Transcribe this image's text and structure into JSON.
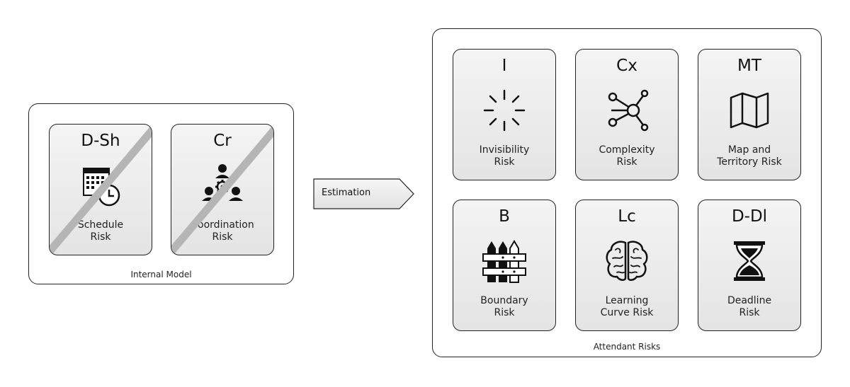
{
  "internal_model": {
    "caption": "Internal Model",
    "cards": [
      {
        "code": "D-Sh",
        "label_lines": [
          "Schedule",
          "Risk"
        ],
        "icon": "calendar-clock-icon",
        "struck": true
      },
      {
        "code": "Cr",
        "label_lines": [
          "Coordination",
          "Risk"
        ],
        "icon": "people-gear-icon",
        "struck": true
      }
    ]
  },
  "estimation": {
    "label": "Estimation"
  },
  "attendant_risks": {
    "caption": "Attendant Risks",
    "cards": [
      {
        "code": "I",
        "label_lines": [
          "Invisibility",
          "Risk"
        ],
        "icon": "burst-icon"
      },
      {
        "code": "Cx",
        "label_lines": [
          "Complexity",
          "Risk"
        ],
        "icon": "network-nodes-icon"
      },
      {
        "code": "MT",
        "label_lines": [
          "Map and",
          "Territory Risk"
        ],
        "icon": "map-icon"
      },
      {
        "code": "B",
        "label_lines": [
          "Boundary",
          "Risk"
        ],
        "icon": "fence-icon"
      },
      {
        "code": "Lc",
        "label_lines": [
          "Learning",
          "Curve Risk"
        ],
        "icon": "brain-icon"
      },
      {
        "code": "D-Dl",
        "label_lines": [
          "Deadline",
          "Risk"
        ],
        "icon": "hourglass-icon"
      }
    ]
  },
  "colors": {
    "border": "#222222",
    "card_top": "#f4f4f4",
    "card_bottom": "#e4e4e4",
    "strike": "#b5b5b5"
  }
}
